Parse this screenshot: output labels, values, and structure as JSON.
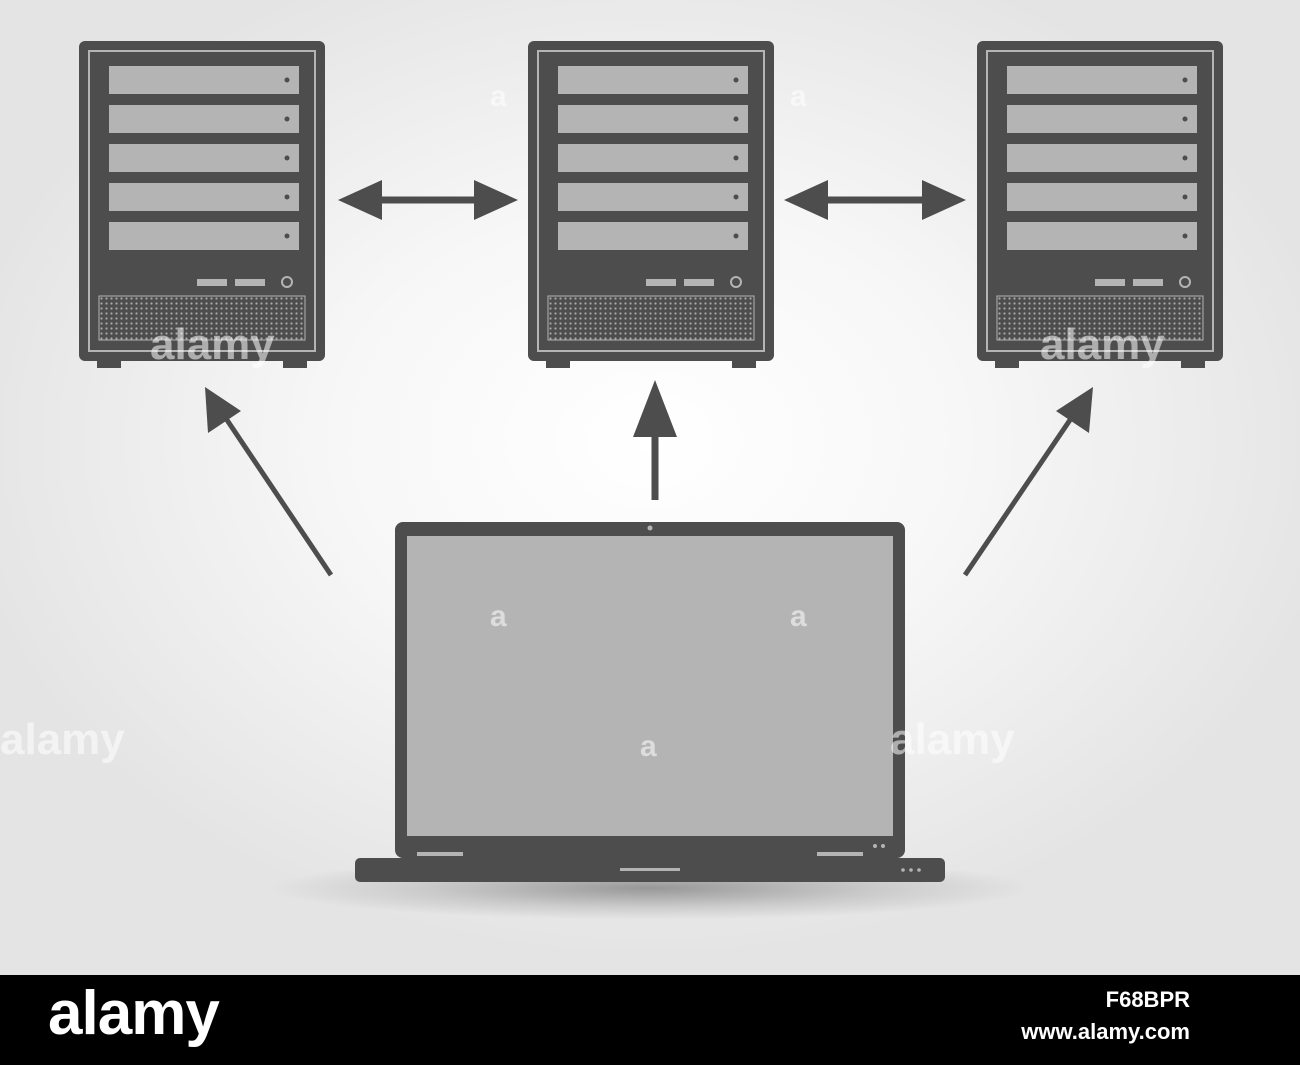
{
  "diagram": {
    "nodes": [
      {
        "id": "server-left",
        "kind": "server",
        "icon": "server-tower-icon"
      },
      {
        "id": "server-center",
        "kind": "server",
        "icon": "server-tower-icon"
      },
      {
        "id": "server-right",
        "kind": "server",
        "icon": "server-tower-icon"
      },
      {
        "id": "laptop",
        "kind": "laptop",
        "icon": "laptop-icon"
      }
    ],
    "edges": [
      {
        "from": "server-left",
        "to": "server-center",
        "direction": "both"
      },
      {
        "from": "server-center",
        "to": "server-right",
        "direction": "both"
      },
      {
        "from": "laptop",
        "to": "server-left",
        "direction": "forward"
      },
      {
        "from": "laptop",
        "to": "server-center",
        "direction": "forward"
      },
      {
        "from": "laptop",
        "to": "server-right",
        "direction": "forward"
      }
    ]
  },
  "colors": {
    "icon_dark": "#4d4d4d",
    "icon_light": "#b4b4b4",
    "background": "#f4f4f4",
    "footer": "#000000"
  },
  "watermark": {
    "brand": "alamy",
    "glyph": "a"
  },
  "footer": {
    "brand": "alamy",
    "image_id": "F68BPR",
    "url": "www.alamy.com"
  }
}
